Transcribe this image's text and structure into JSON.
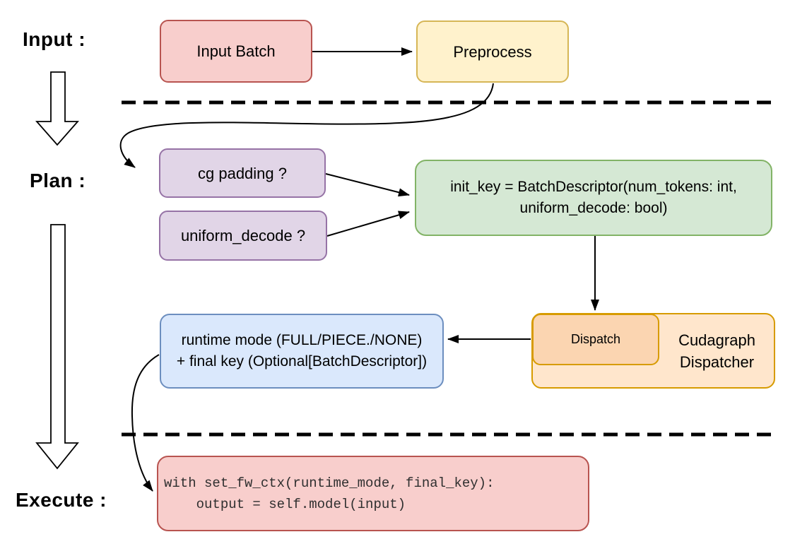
{
  "labels": {
    "input": "Input :",
    "plan": "Plan :",
    "execute": "Execute :"
  },
  "nodes": {
    "input_batch": "Input Batch",
    "preprocess": "Preprocess",
    "cg_padding": "cg padding ?",
    "uniform_decode": "uniform_decode ?",
    "init_key_line1": "init_key = BatchDescriptor(num_tokens: int,",
    "init_key_line2": "uniform_decode: bool)",
    "dispatch": "Dispatch",
    "dispatcher_line1": "Cudagraph",
    "dispatcher_line2": "Dispatcher",
    "runtime_line1": "runtime mode (FULL/PIECE./NONE)",
    "runtime_line2": "+ final key (Optional[BatchDescriptor])",
    "code_line1": "with set_fw_ctx(runtime_mode, final_key):",
    "code_line2": "    output = self.model(input)"
  },
  "colors": {
    "red_fill": "#f8cecc",
    "red_stroke": "#b85450",
    "yellow_fill": "#fff2cc",
    "yellow_stroke": "#d6b656",
    "purple_fill": "#e1d5e7",
    "purple_stroke": "#9673a6",
    "green_fill": "#d5e8d4",
    "green_stroke": "#82b366",
    "blue_fill": "#dae8fc",
    "blue_stroke": "#6c8ebf",
    "orange_fill": "#ffe6cc",
    "orange_inner_fill": "#fbd5b1",
    "orange_stroke": "#d79b00",
    "connector": "#000000"
  }
}
